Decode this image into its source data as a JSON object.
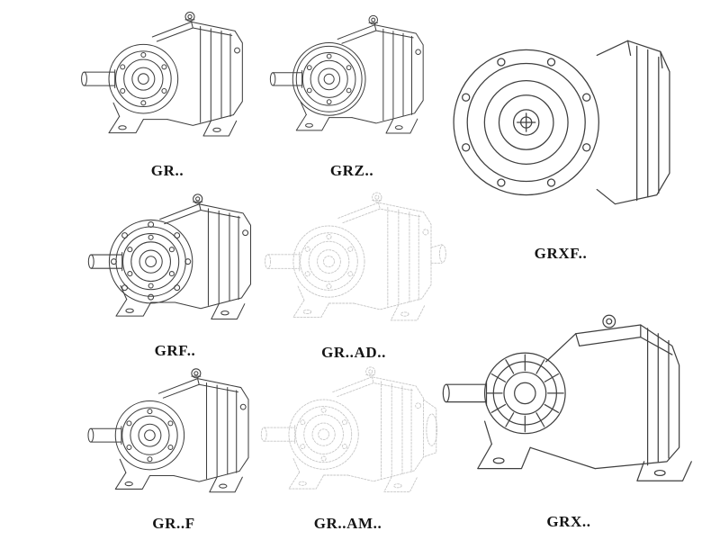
{
  "page": {
    "background": "#ffffff",
    "description": "Catalog sheet of helical gear reducer technical line drawings"
  },
  "style": {
    "line_color": "#3f3f3f",
    "faded_line_color": "#c6c6c6",
    "label_color": "#141414"
  },
  "figures": [
    {
      "id": "gr",
      "label": "GR..",
      "drawing": "foot-mounted-gearbox-isometric",
      "style": "solid"
    },
    {
      "id": "grz",
      "label": "GRZ..",
      "drawing": "gearbox-large-housing-isometric",
      "style": "solid"
    },
    {
      "id": "grxf",
      "label": "GRXF..",
      "drawing": "flange-mounted-gearbox-front",
      "style": "solid"
    },
    {
      "id": "grf",
      "label": "GRF..",
      "drawing": "flange-front-gearbox-isometric",
      "style": "solid"
    },
    {
      "id": "grad",
      "label": "GR..AD..",
      "drawing": "gearbox-with-input-adapter",
      "style": "phantom"
    },
    {
      "id": "grff",
      "label": "GR..F",
      "drawing": "foot-mounted-gearbox-isometric",
      "style": "solid"
    },
    {
      "id": "gram",
      "label": "GR..AM..",
      "drawing": "gearbox-with-motor-flange",
      "style": "phantom"
    },
    {
      "id": "grx",
      "label": "GRX..",
      "drawing": "large-finned-gearbox-isometric",
      "style": "solid"
    }
  ]
}
